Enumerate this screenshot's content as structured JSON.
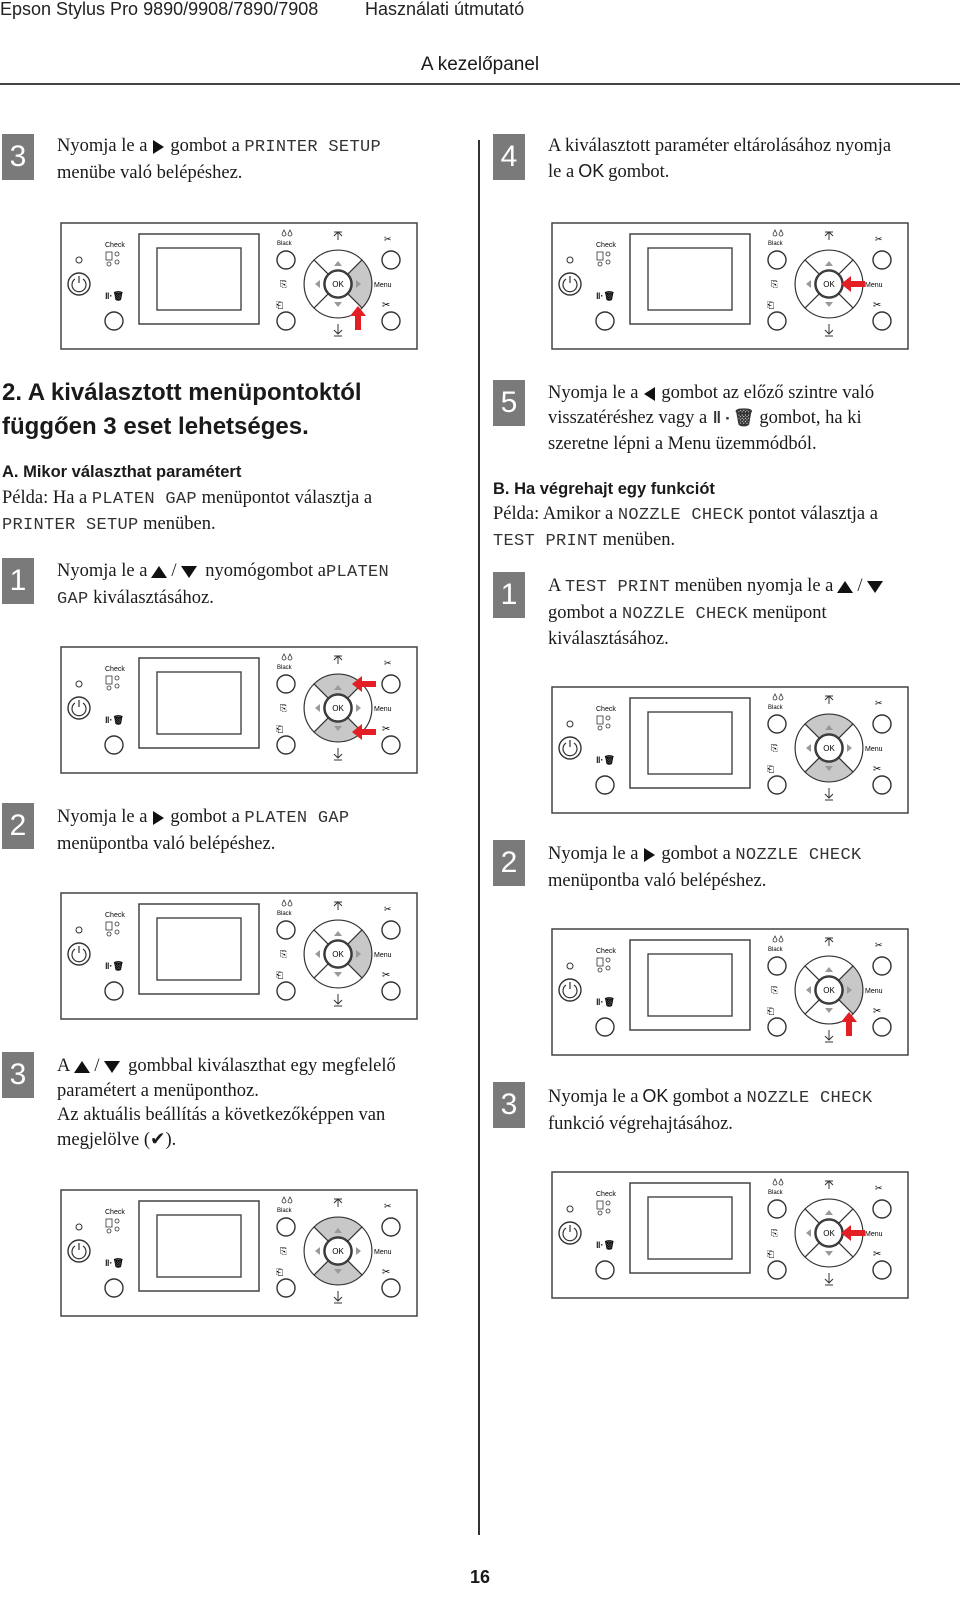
{
  "header": {
    "product": "Epson Stylus Pro 9890/9908/7890/7908",
    "guide": "Használati útmutató",
    "section": "A kezelőpanel"
  },
  "panel_labels": {
    "check": "Check",
    "black": "Black",
    "ok": "OK",
    "menu": "Menu"
  },
  "icons": [
    "power-icon",
    "pause-reset-icon",
    "trash-icon",
    "ink-drop-icon",
    "arrow-up-icon",
    "arrow-down-icon",
    "scissors-icon",
    "paper-feed-icon"
  ],
  "colors": {
    "badge": "#7a7a7a",
    "highlight_arrow": "#e31e24",
    "pressed_button": "#c8c8c8"
  },
  "steps": {
    "s3a": {
      "num": "3",
      "pre": "Nyomja le a",
      "mid": "gombot a",
      "code": "PRINTER SETUP",
      "post": "menübe való belépéshez."
    },
    "s4a": {
      "num": "4",
      "line1": "A kiválasztott paraméter eltárolásához nyomja",
      "pre2": "le a",
      "key": "OK",
      "post2": "gombot."
    },
    "heading2": {
      "line1": "2. A kiválasztott menüpontoktól",
      "line2": "függően 3 eset lehetséges."
    },
    "a": {
      "title": "A. Mikor választhat paramétert",
      "ex_pre": "Példa: Ha a",
      "ex_code1": "PLATEN GAP",
      "ex_mid": "menüpontot választja a",
      "ex_code2": "PRINTER SETUP",
      "ex_post": "menüben."
    },
    "a1": {
      "num": "1",
      "pre": "Nyomja le a",
      "mid": "nyomógombot a",
      "code1": "PLATEN",
      "code2": "GAP",
      "post": "kiválasztásához."
    },
    "a2": {
      "num": "2",
      "pre": "Nyomja le a",
      "mid": "gombot a",
      "code": "PLATEN GAP",
      "post": "menüpontba való belépéshez."
    },
    "a3": {
      "num": "3",
      "pre": "A",
      "mid": "gombbal kiválaszthat egy megfelelő",
      "line2": "paramétert a menüponthoz.",
      "line3": "Az aktuális beállítás a következőképpen van",
      "line4_pre": "megjelölve (",
      "check": "✔",
      "line4_post": ")."
    },
    "s5": {
      "num": "5",
      "pre": "Nyomja le a",
      "mid": "gombot az előző szintre való",
      "line2_pre": "visszatéréshez vagy a",
      "line2_post": "gombot, ha ki",
      "line3": "szeretne lépni a Menu üzemmódból."
    },
    "b": {
      "title": "B. Ha végrehajt egy funkciót",
      "ex_pre": "Példa: Amikor a",
      "ex_code1": "NOZZLE CHECK",
      "ex_mid": "pontot választja a",
      "ex_code2": "TEST PRINT",
      "ex_post": "menüben."
    },
    "b1": {
      "num": "1",
      "pre": "A",
      "code1": "TEST PRINT",
      "mid": "menüben nyomja le a",
      "line2_pre": "gombot a",
      "code2": "NOZZLE CHECK",
      "line2_post": "menüpont",
      "line3": "kiválasztásához."
    },
    "b2": {
      "num": "2",
      "pre": "Nyomja le a",
      "mid": "gombot a",
      "code": "NOZZLE CHECK",
      "post": "menüpontba való belépéshez."
    },
    "b3": {
      "num": "3",
      "pre": "Nyomja le a",
      "key": "OK",
      "mid": "gombot a",
      "code": "NOZZLE CHECK",
      "post": "funkció végrehajtásához."
    }
  },
  "page_number": "16"
}
